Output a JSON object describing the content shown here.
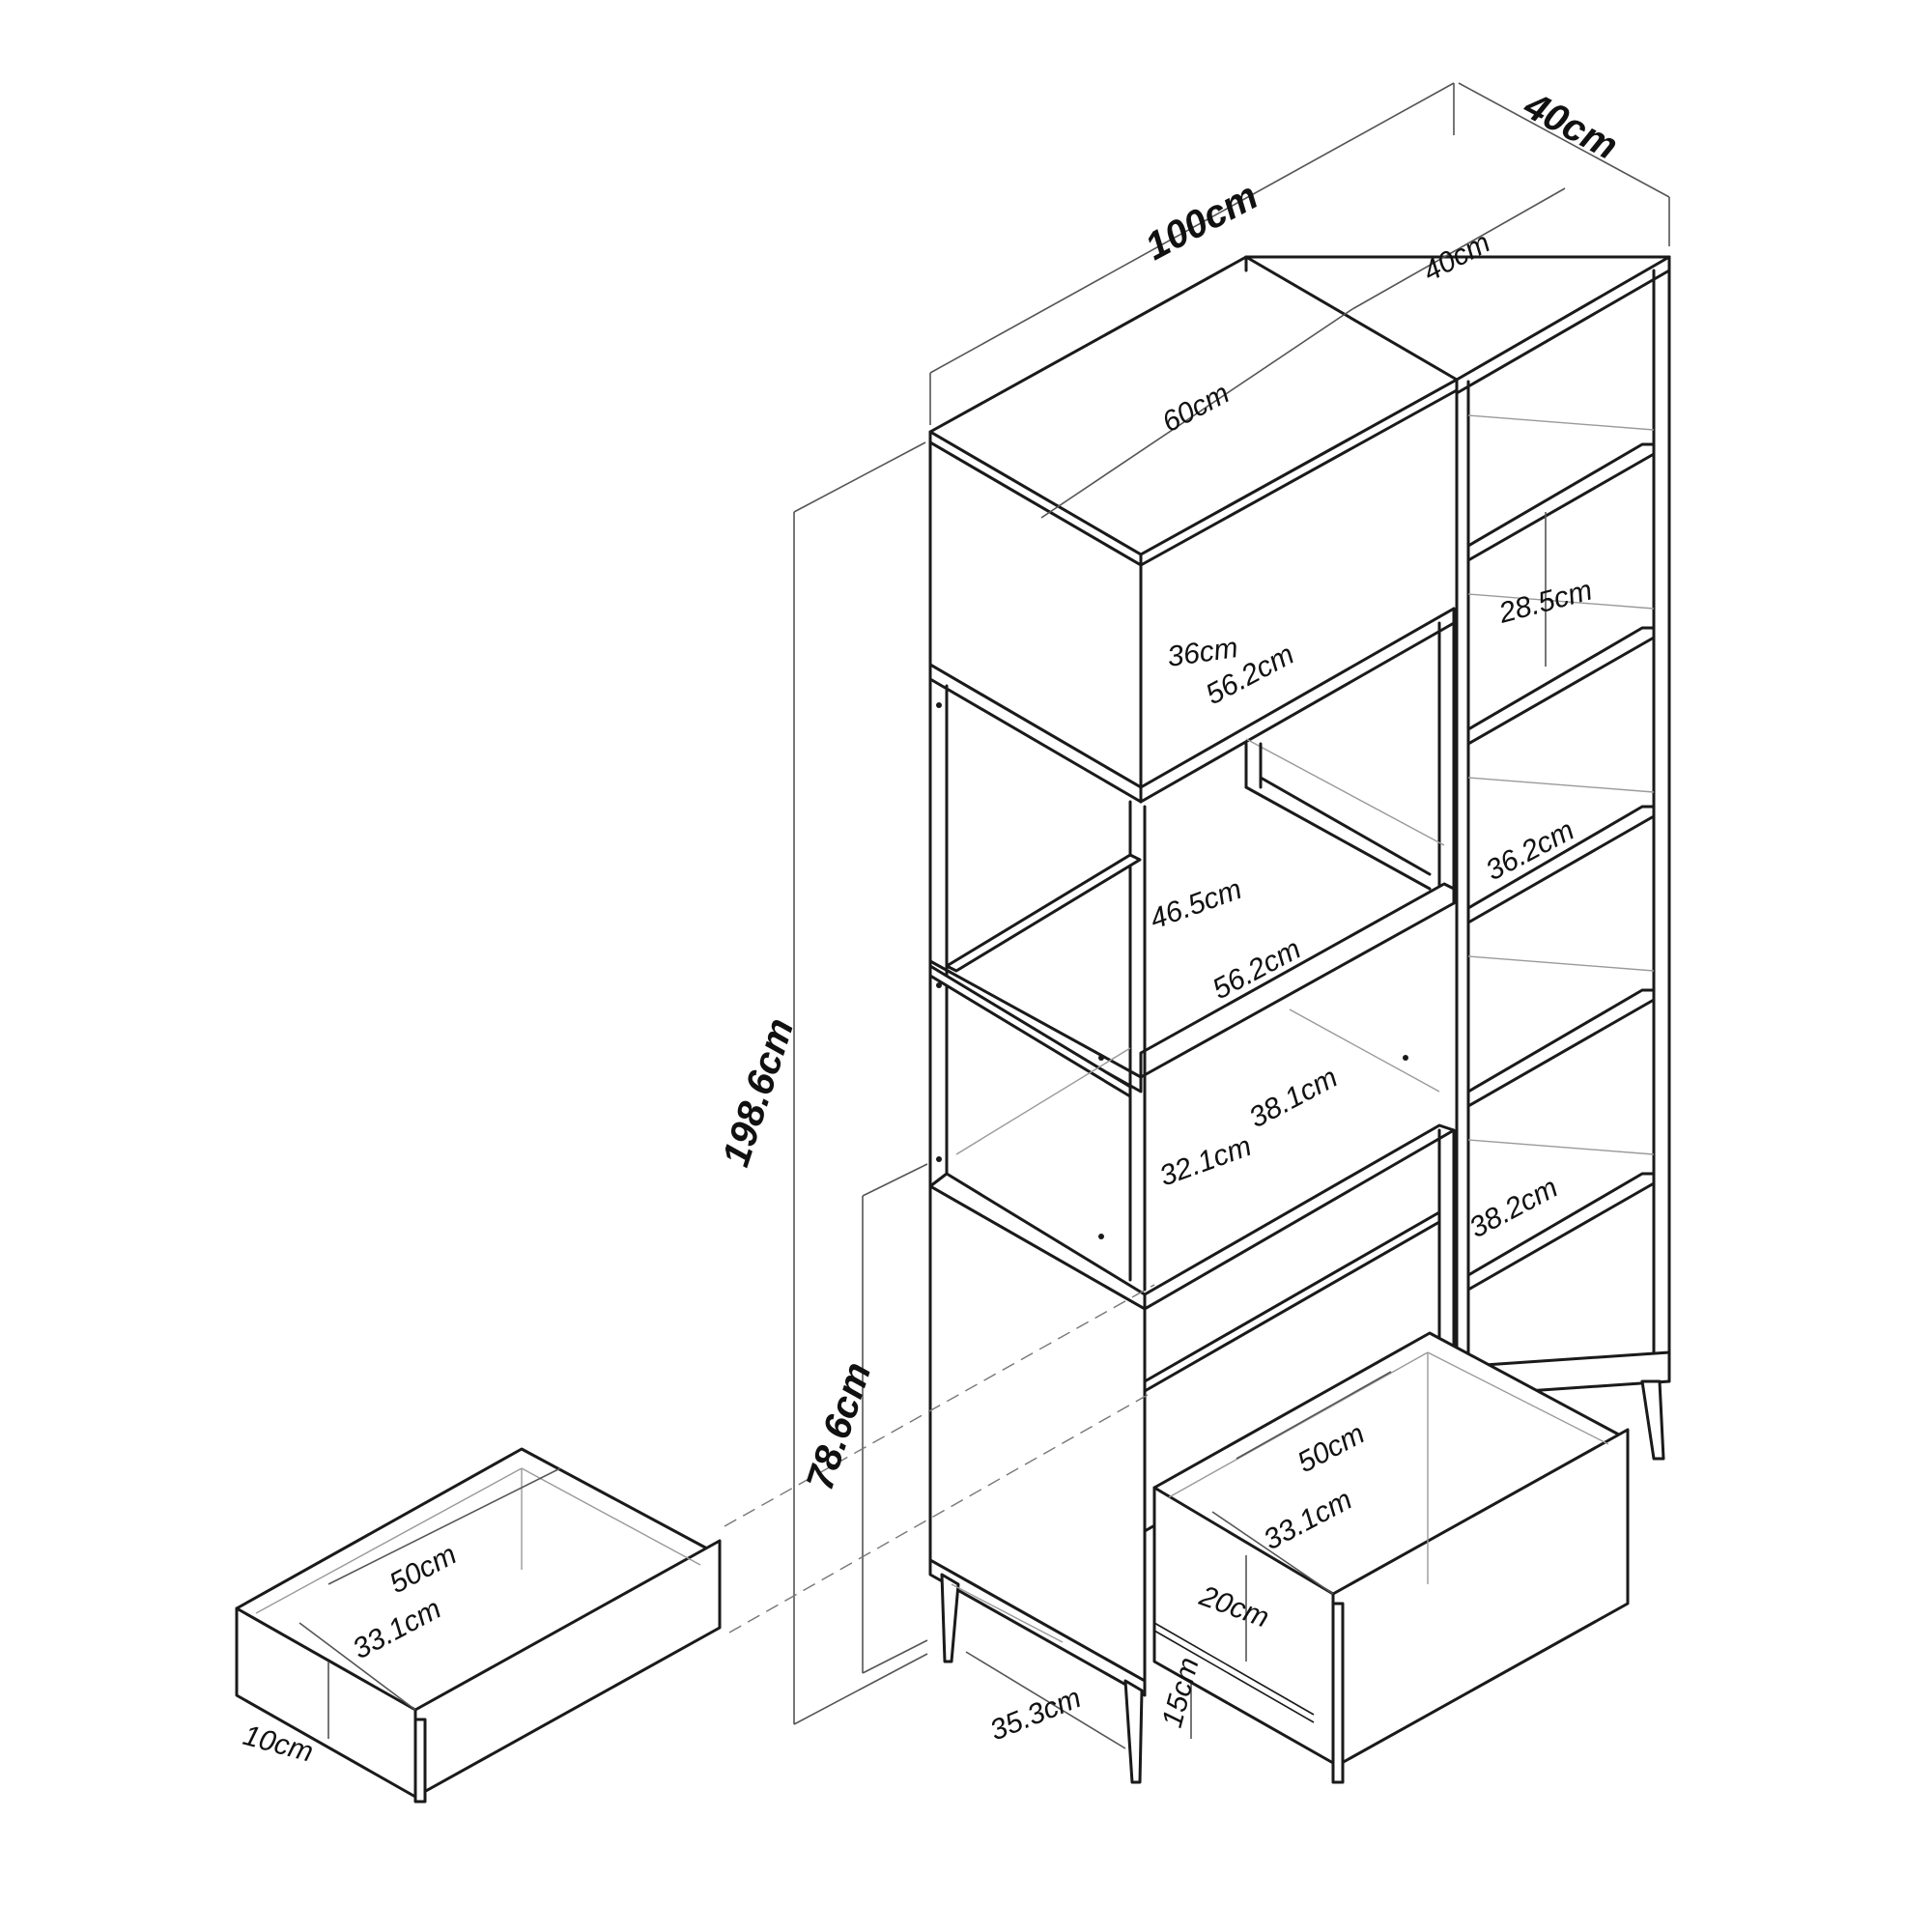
{
  "colors": {
    "line": "#1a1a1a",
    "dimension": "#555555",
    "background": "#ffffff"
  },
  "dimensions": {
    "overall_width": "100cm",
    "overall_depth": "40cm",
    "overall_height": "198.6cm",
    "lower_cabinet_height": "78.6cm",
    "top_depth": "40cm",
    "top_width": "60cm",
    "upper_box_height": "36cm",
    "upper_shelf_width": "56.2cm",
    "open_section_height": "46.5cm",
    "middle_shelf_width": "56.2cm",
    "lower_open_height": "32.1cm",
    "lower_open_depth": "38.1cm",
    "side_shelf_gap": "28.5cm",
    "side_shelf_depth": "36.2cm",
    "side_lower_depth": "38.2cm",
    "leg_spacing": "35.3cm",
    "leg_height": "15cm",
    "drawer_depth": "50cm",
    "drawer_width": "33.1cm",
    "drawer_height": "20cm",
    "loose_drawer_depth": "50cm",
    "loose_drawer_width": "33.1cm",
    "loose_drawer_height": "10cm"
  }
}
